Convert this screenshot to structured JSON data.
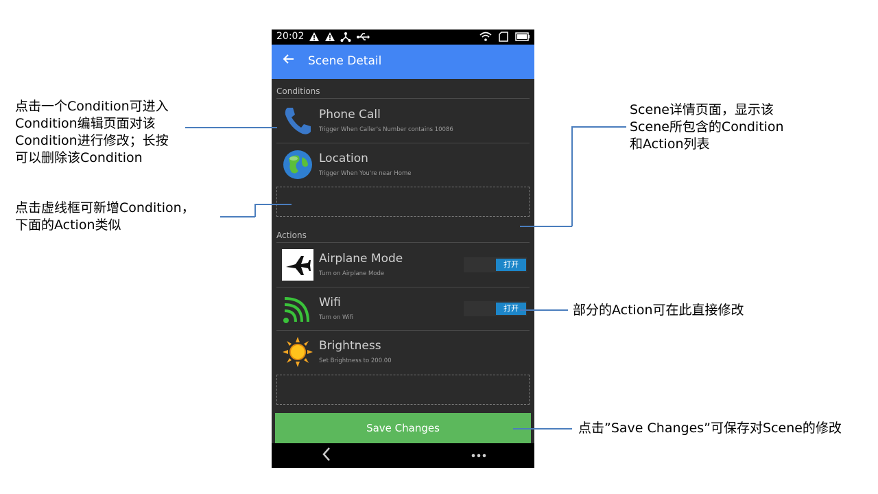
{
  "status_bar": {
    "time": "20:02",
    "icons": [
      "warning-icon",
      "warning-icon",
      "share-icon",
      "usb-icon",
      "wifi-icon",
      "sim-icon",
      "battery-icon"
    ]
  },
  "app_bar": {
    "title": "Scene Detail",
    "back_icon": "arrow-left-icon"
  },
  "conditions": {
    "header": "Conditions",
    "items": [
      {
        "title": "Phone Call",
        "subtitle": "Trigger When Caller's Number contains 10086",
        "icon": "phone-icon"
      },
      {
        "title": "Location",
        "subtitle": "Trigger When You're near Home",
        "icon": "globe-icon"
      }
    ]
  },
  "actions": {
    "header": "Actions",
    "items": [
      {
        "title": "Airplane Mode",
        "subtitle": "Turn on Airplane Mode",
        "icon": "airplane-icon",
        "toggle": "打开"
      },
      {
        "title": "Wifi",
        "subtitle": "Turn on Wifi",
        "icon": "wifi-icon",
        "toggle": "打开"
      },
      {
        "title": "Brightness",
        "subtitle": "Set Brightness to 200.00",
        "icon": "sun-icon"
      }
    ]
  },
  "save_button": "Save Changes",
  "annotations": {
    "condition_edit": [
      "点击一个Condition可进入",
      "Condition编辑页面对该",
      "Condition进行修改；长按",
      "可以删除该Condition"
    ],
    "add_condition": [
      "点击虚线框可新增Condition，",
      "下面的Action类似"
    ],
    "scene_detail": [
      "Scene详情页面，显示该",
      "Scene所包含的Condition",
      "和Action列表"
    ],
    "action_edit": "部分的Action可在此直接修改",
    "save": "点击”Save Changes”可保存对Scene的修改"
  },
  "colors": {
    "app_bar": "#4285f4",
    "save_button": "#5cb85c",
    "toggle": "#1d86c9",
    "background": "#2b2b2b",
    "annotation_line": "#4a7dbd"
  }
}
